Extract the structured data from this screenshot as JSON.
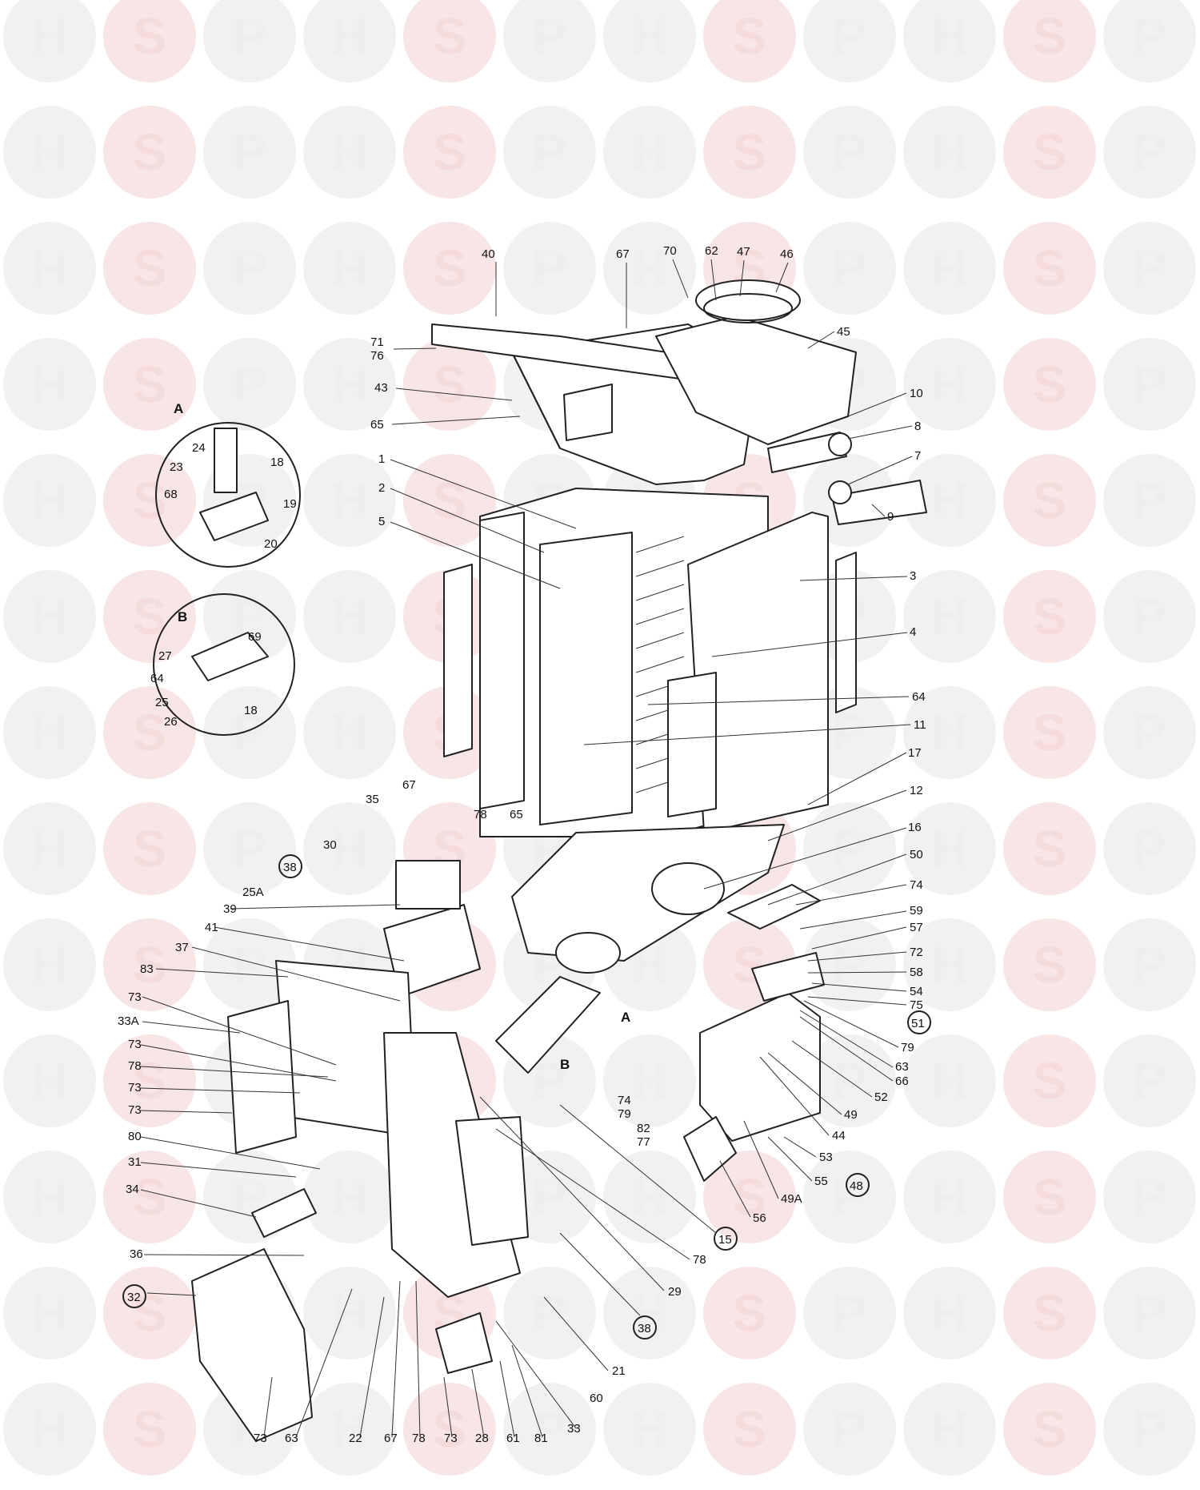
{
  "watermark": {
    "letters": [
      "H",
      "S",
      "P"
    ],
    "colors": {
      "circle": "#e6e6e6",
      "circle_s": "#f3d0d0",
      "center_blue": "#c9dcea"
    }
  },
  "detail_a": {
    "title": "A",
    "labels": [
      "24",
      "18",
      "23",
      "68",
      "19",
      "20"
    ]
  },
  "detail_b": {
    "title": "B",
    "labels": [
      "69",
      "27",
      "64",
      "25",
      "18",
      "26"
    ]
  },
  "callouts": {
    "40": "40",
    "67": "67",
    "70": "70",
    "62": "62",
    "47": "47",
    "46": "46",
    "71": "71",
    "76": "76",
    "45": "45",
    "43": "43",
    "10": "10",
    "65": "65",
    "8": "8",
    "1": "1",
    "7": "7",
    "2": "2",
    "9": "9",
    "5": "5",
    "3": "3",
    "4": "4",
    "64": "64",
    "11": "11",
    "17": "17",
    "12": "12",
    "16": "16",
    "50": "50",
    "35": "35",
    "78": "78",
    "30": "30",
    "38": "38",
    "25A": "25A",
    "39": "39",
    "41": "41",
    "37": "37",
    "74": "74",
    "59": "59",
    "57": "57",
    "72": "72",
    "58": "58",
    "54": "54",
    "75": "75",
    "51": "51",
    "83": "83",
    "73": "73",
    "33A": "33A",
    "79": "79",
    "63": "63",
    "66": "66",
    "80": "80",
    "82": "82",
    "77": "77",
    "52": "52",
    "49": "49",
    "44": "44",
    "53": "53",
    "31": "31",
    "34": "34",
    "55": "55",
    "48": "48",
    "49A": "49A",
    "56": "56",
    "15": "15",
    "36": "36",
    "29": "29",
    "32": "32",
    "21": "21",
    "60": "60",
    "22": "22",
    "28": "28",
    "61": "61",
    "81": "81",
    "33": "33",
    "A_arrow": "A",
    "B_arrow": "B"
  }
}
